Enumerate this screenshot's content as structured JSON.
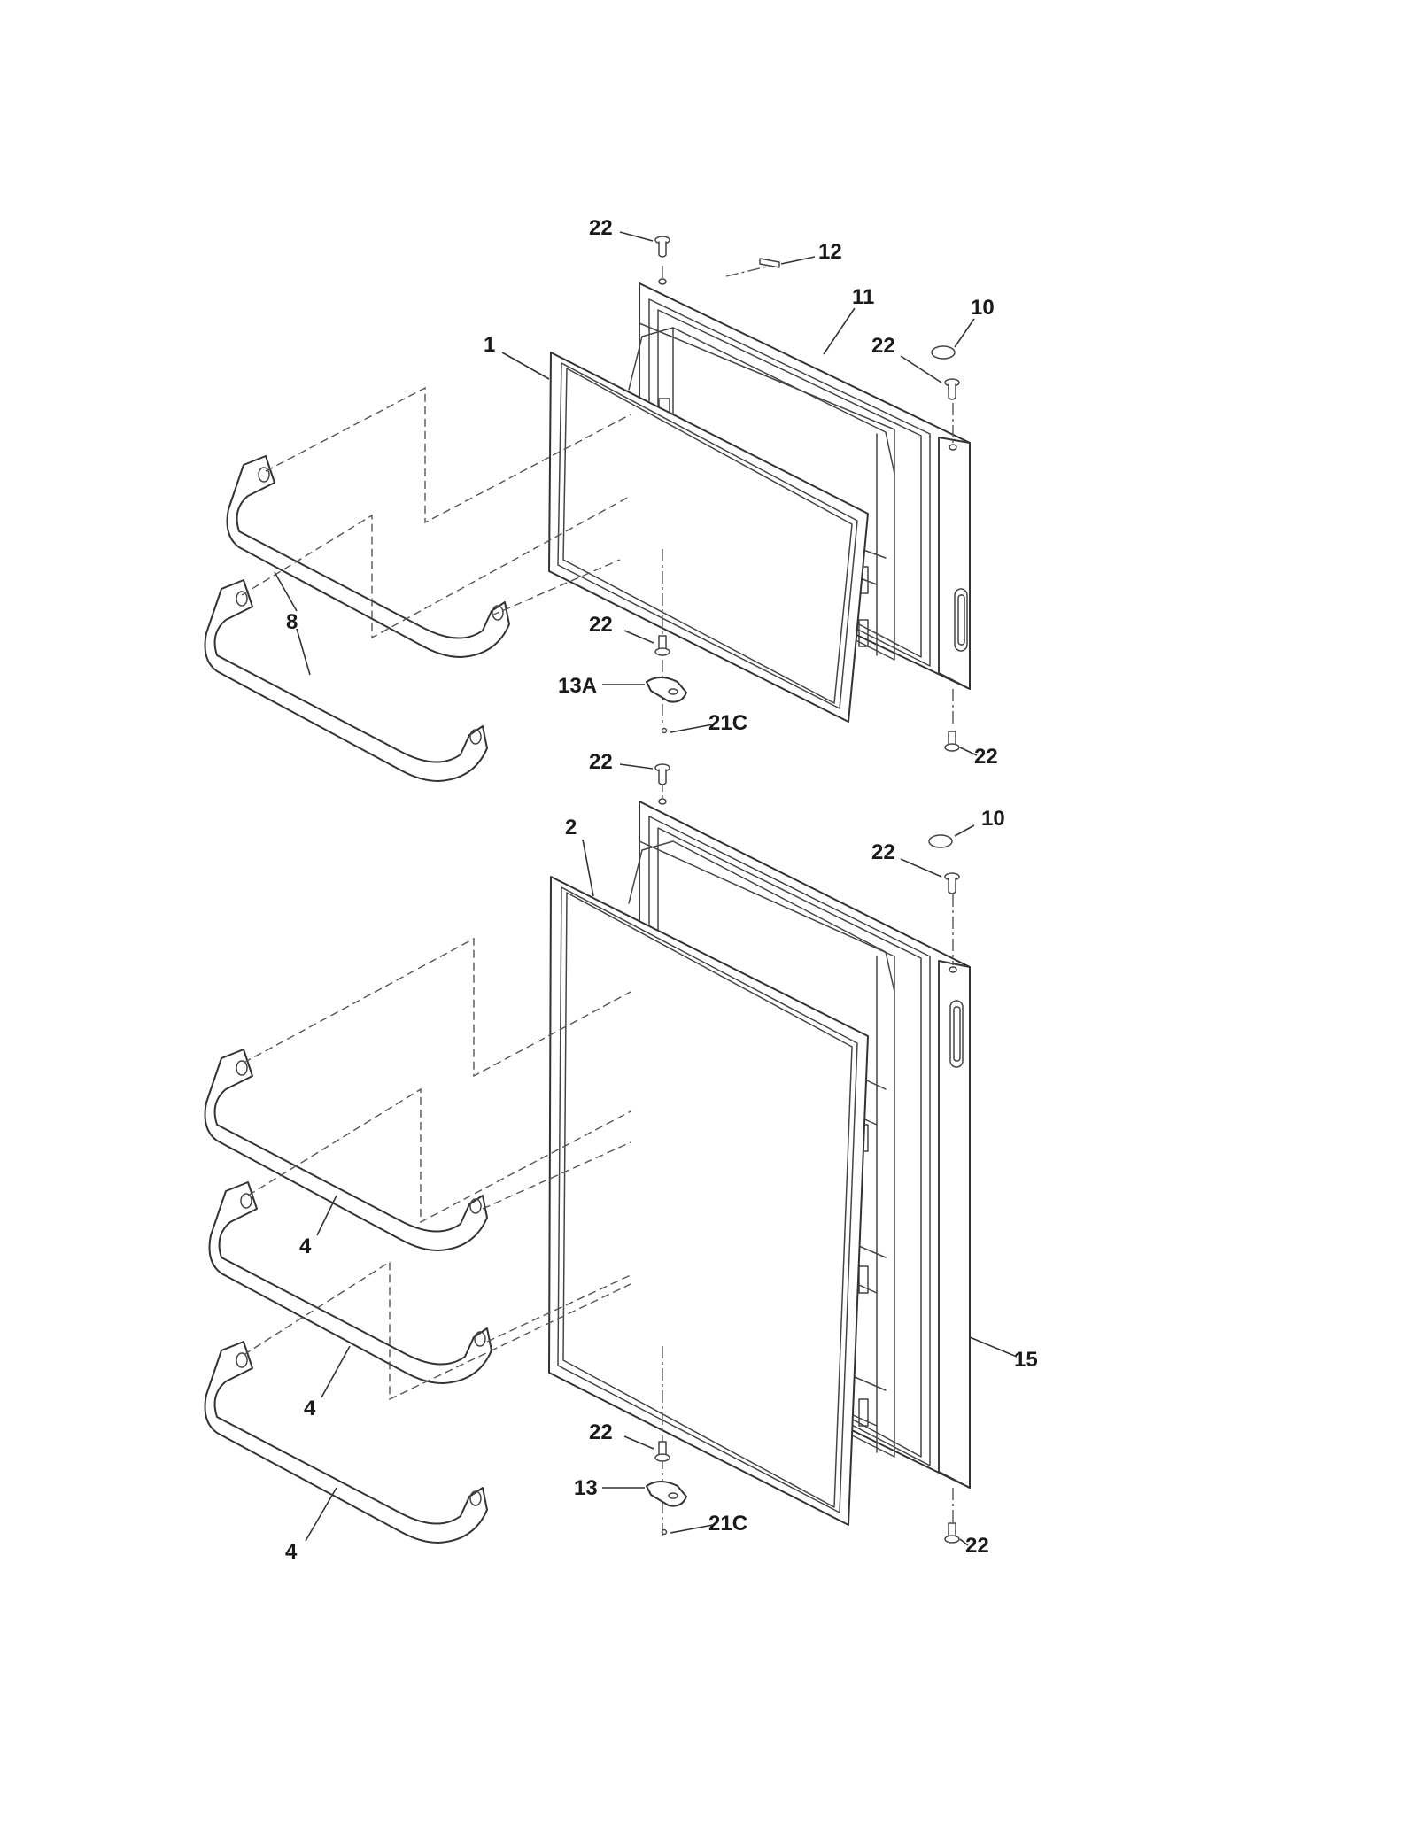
{
  "callouts": {
    "freezer": {
      "screw_top_left": "22",
      "label_plate": "12",
      "door_panel": "11",
      "plug_button": "10",
      "screw_top_right": "22",
      "gasket": "1",
      "shelf_bar": "8",
      "screw_hinge": "22",
      "hinge_bracket": "13A",
      "hinge_screw_small": "21C",
      "screw_bottom_right": "22"
    },
    "fresh_food": {
      "screw_top_left": "22",
      "plug_button": "10",
      "screw_top_right": "22",
      "gasket": "2",
      "shelf_bar_1": "4",
      "shelf_bar_2": "4",
      "shelf_bar_3": "4",
      "door_panel": "15",
      "screw_hinge": "22",
      "hinge_bracket": "13",
      "hinge_screw_small": "21C",
      "screw_bottom_right": "22"
    }
  }
}
